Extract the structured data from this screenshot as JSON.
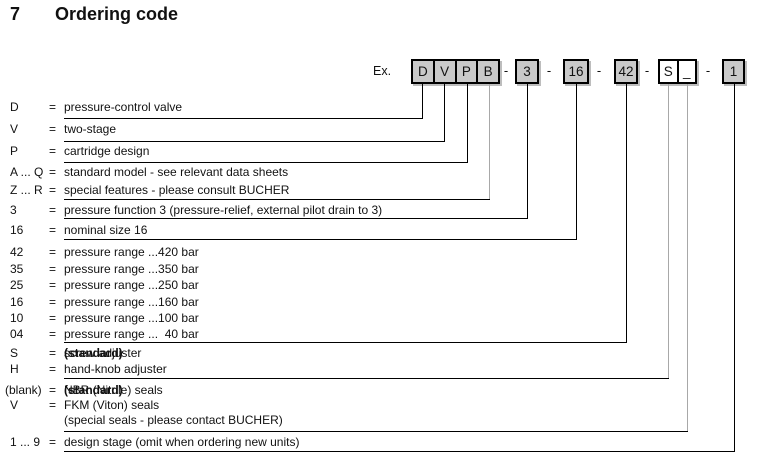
{
  "title": {
    "number": "7",
    "text": "Ordering code"
  },
  "example": {
    "label": "Ex.",
    "separator": "-",
    "segments": [
      {
        "name": "valve-type-group",
        "style": "gray",
        "cells": [
          "D",
          "V",
          "P",
          "B"
        ]
      },
      {
        "name": "pressure-function-box",
        "style": "gray",
        "cells": [
          "3"
        ]
      },
      {
        "name": "nominal-size-box",
        "style": "gray",
        "cells": [
          "16"
        ]
      },
      {
        "name": "pressure-range-box",
        "style": "gray",
        "cells": [
          "42"
        ]
      },
      {
        "name": "adjuster-seal-group",
        "style": "white",
        "cells": [
          "S",
          "_"
        ]
      },
      {
        "name": "design-stage-box",
        "style": "gray",
        "cells": [
          "1"
        ]
      }
    ]
  },
  "legend_rows": [
    {
      "key": "D",
      "eq": "=",
      "desc": "pressure-control valve"
    },
    {
      "key": "V",
      "eq": "=",
      "desc": "two-stage"
    },
    {
      "key": "P",
      "eq": "=",
      "desc": "cartridge design"
    },
    {
      "key": "A ... Q",
      "eq": "=",
      "desc": "standard model - see relevant data sheets"
    },
    {
      "key": "Z ... R",
      "eq": "=",
      "desc": "special features - please consult BUCHER"
    },
    {
      "key": "3",
      "eq": "=",
      "desc": "pressure function 3 (pressure-relief, external pilot drain to 3)"
    },
    {
      "key": "16",
      "eq": "=",
      "desc": "nominal size 16"
    },
    {
      "key": "42",
      "eq": "=",
      "desc": "pressure range ...420 bar"
    },
    {
      "key": "35",
      "eq": "=",
      "desc": "pressure range ...350 bar"
    },
    {
      "key": "25",
      "eq": "=",
      "desc": "pressure range ...250 bar"
    },
    {
      "key": "16",
      "eq": "=",
      "desc": "pressure range ...160 bar"
    },
    {
      "key": "10",
      "eq": "=",
      "desc": "pressure range ...100 bar"
    },
    {
      "key": "04",
      "eq": "=",
      "desc": "pressure range ...  40 bar"
    },
    {
      "key": "S",
      "eq": "=",
      "desc": "screw adjuster ",
      "desc_bold": "(standard)"
    },
    {
      "key": "H",
      "eq": "=",
      "desc": "hand-knob adjuster"
    },
    {
      "key": "(blank)",
      "eq": "=",
      "desc": "NBR (Nitrile) seals  ",
      "desc_bold": "(standard)"
    },
    {
      "key": "V",
      "eq": "=",
      "desc": "FKM (Viton) seals"
    },
    {
      "key": "",
      "eq": "",
      "desc": "(special seals - please contact BUCHER)"
    },
    {
      "key": "1 ... 9",
      "eq": "=",
      "desc": "design stage (omit when ordering new units)"
    }
  ],
  "colors": {
    "box_fill_gray": "#c9c9c9",
    "box_fill_white": "#ffffff",
    "box_border": "#000000",
    "box_shadow": "#bdbdbd",
    "line_black": "#000000",
    "line_gray": "#a8a8a8",
    "text": "#111111"
  }
}
